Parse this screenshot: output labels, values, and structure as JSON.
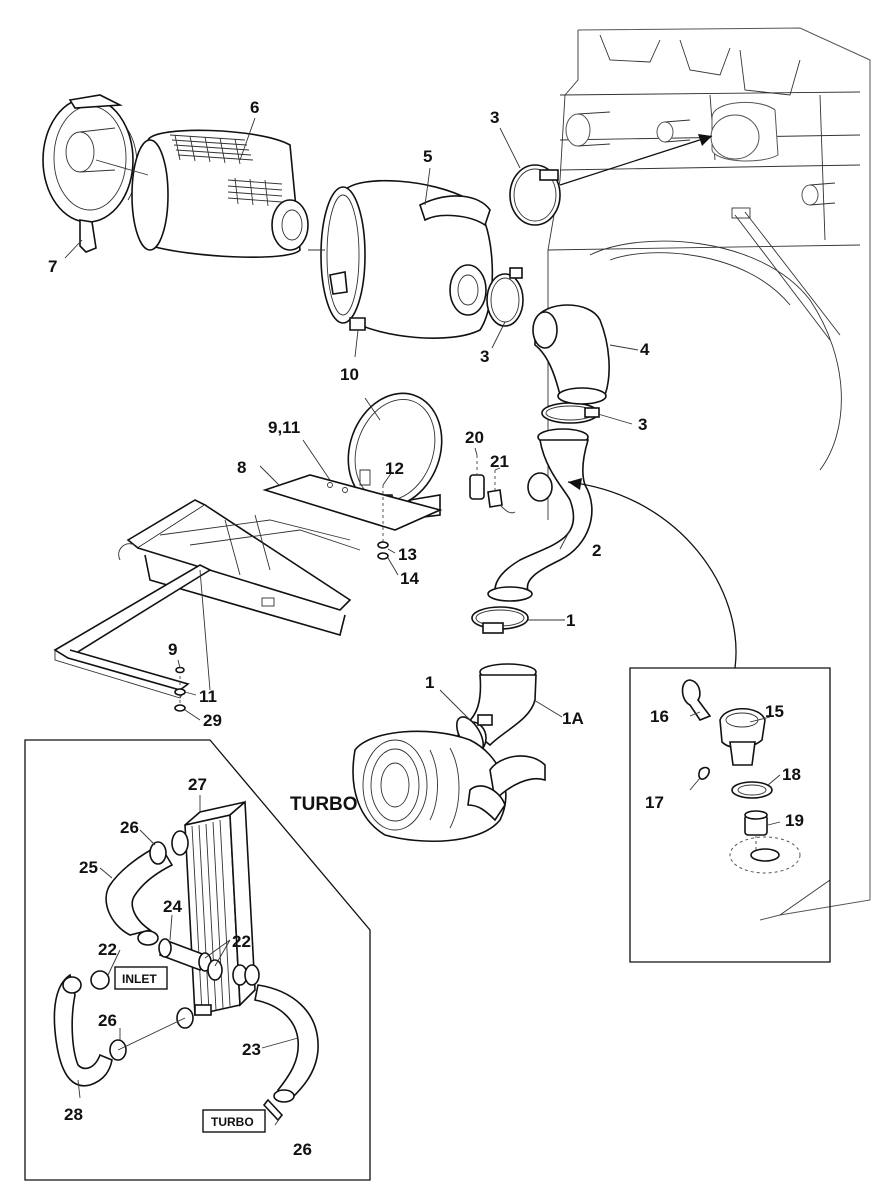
{
  "labels": {
    "l1a": "1",
    "l1b": "1",
    "l1A": "1A",
    "l2": "2",
    "l3a": "3",
    "l3b": "3",
    "l3c": "3",
    "l4": "4",
    "l5": "5",
    "l6": "6",
    "l7": "7",
    "l8": "8",
    "l9": "9",
    "l911": "9,11",
    "l10": "10",
    "l11": "11",
    "l12": "12",
    "l13": "13",
    "l14": "14",
    "l15": "15",
    "l16": "16",
    "l17": "17",
    "l18": "18",
    "l19": "19",
    "l20": "20",
    "l21": "21",
    "l22a": "22",
    "l22b": "22",
    "l23": "23",
    "l24": "24",
    "l25": "25",
    "l26a": "26",
    "l26b": "26",
    "l26c": "26",
    "l27": "27",
    "l28": "28",
    "l29": "29"
  },
  "callouts": {
    "turbo_main": "TURBO",
    "inlet_box": "INLET",
    "turbo_box": "TURBO"
  }
}
